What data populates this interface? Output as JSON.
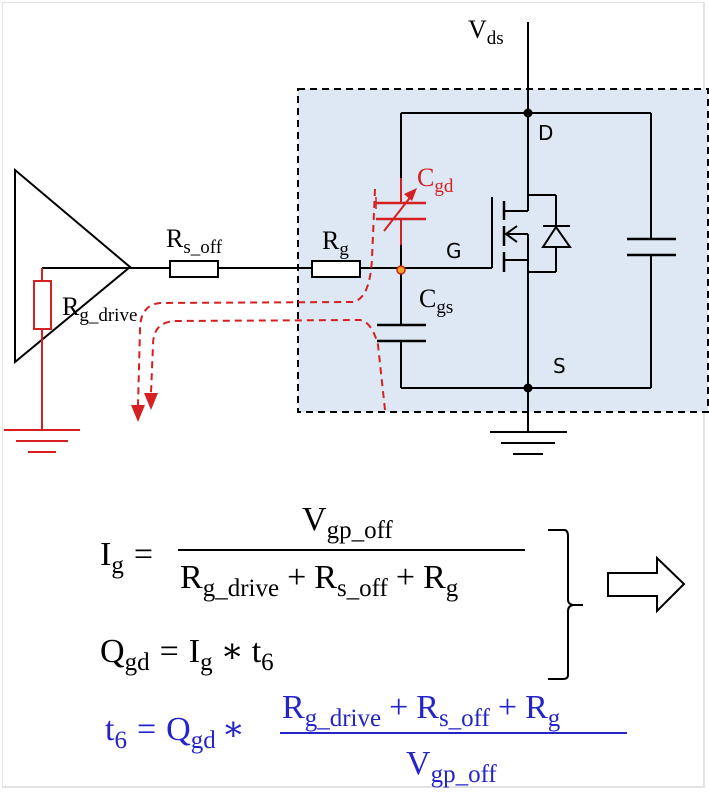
{
  "diagram": {
    "title": "MOSFET turn-off gate discharge circuit (t6 interval)",
    "colors": {
      "wire": "#000000",
      "highlight_red": "#d42020",
      "module_fill": "#dde8f4",
      "equation_blue": "#2424c8",
      "junction_fill": "#f5a623"
    },
    "labels": {
      "vds": {
        "main": "V",
        "sub": "ds"
      },
      "drain": "D",
      "gate": "G",
      "source": "S",
      "cgd": {
        "main": "C",
        "sub": "gd"
      },
      "cgs": {
        "main": "C",
        "sub": "gs"
      },
      "rg": {
        "main": "R",
        "sub": "g"
      },
      "rs_off": {
        "main": "R",
        "sub": "s_off"
      },
      "rg_drive": {
        "main": "R",
        "sub": "g_drive"
      }
    },
    "components": [
      "gate-driver-buffer",
      "rg-drive-resistor",
      "rs-off-resistor",
      "rg-resistor",
      "cgd-variable-capacitor",
      "cgs-capacitor",
      "mosfet",
      "body-diode",
      "cds-capacitor",
      "ground-driver",
      "ground-source"
    ],
    "current_paths": [
      "discharge-path-cgd",
      "discharge-path-cgs"
    ]
  },
  "equations": {
    "eq1": {
      "lhs": {
        "main": "I",
        "sub": "g"
      },
      "eq": "=",
      "numerator": {
        "main": "V",
        "sub": "gp_off"
      },
      "denominator": [
        {
          "main": "R",
          "sub": "g_drive"
        },
        {
          "op": "+"
        },
        {
          "main": "R",
          "sub": "s_off"
        },
        {
          "op": "+"
        },
        {
          "main": "R",
          "sub": "g"
        }
      ]
    },
    "eq2": {
      "lhs": {
        "main": "Q",
        "sub": "gd"
      },
      "eq": "=",
      "rhs_a": {
        "main": "I",
        "sub": "g"
      },
      "op": "∗",
      "rhs_b": {
        "main": "t",
        "sub": "6"
      }
    },
    "eq3": {
      "lhs": {
        "main": "t",
        "sub": "6"
      },
      "eq": "=",
      "factor": {
        "main": "Q",
        "sub": "gd"
      },
      "op": "∗",
      "numerator": [
        {
          "main": "R",
          "sub": "g_drive"
        },
        {
          "op": "+"
        },
        {
          "main": "R",
          "sub": "s_off"
        },
        {
          "op": "+"
        },
        {
          "main": "R",
          "sub": "g"
        }
      ],
      "denominator": {
        "main": "V",
        "sub": "gp_off"
      }
    },
    "implies_arrow": "hollow-right-arrow-icon"
  }
}
